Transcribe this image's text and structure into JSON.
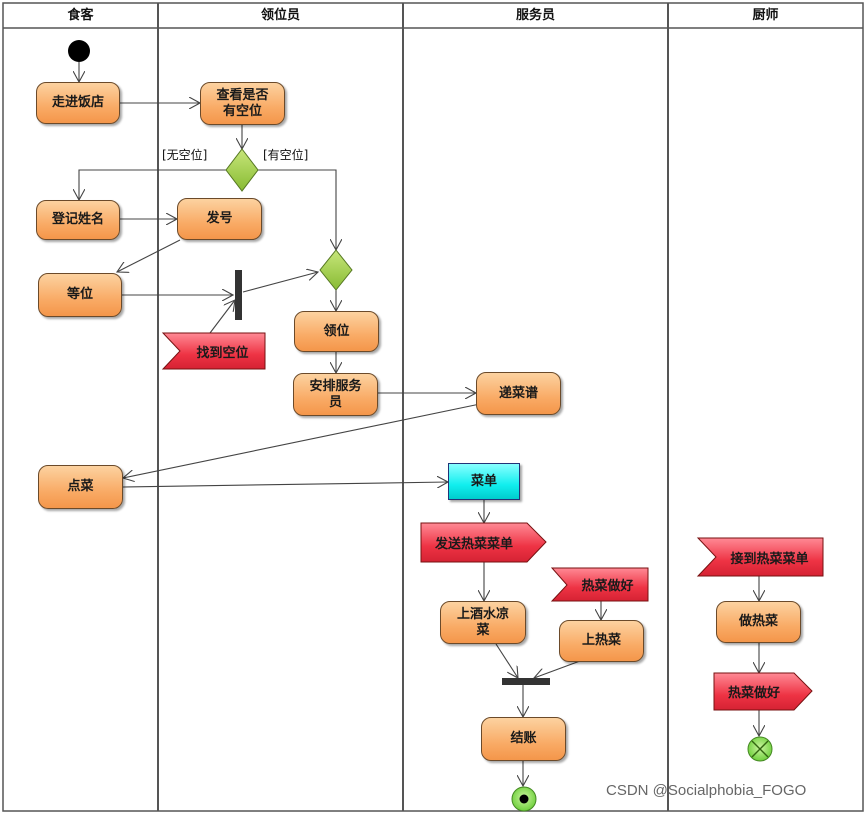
{
  "lanes": [
    {
      "title": "食客"
    },
    {
      "title": "领位员"
    },
    {
      "title": "服务员"
    },
    {
      "title": "厨师"
    }
  ],
  "actions": {
    "enter_restaurant": "走进饭店",
    "check_seat": [
      "查看是否",
      "有空位"
    ],
    "register_name": "登记姓名",
    "issue_number": "发号",
    "wait_seat": "等位",
    "lead_seat": "领位",
    "arrange_waiter": [
      "安排服务",
      "员"
    ],
    "hand_menu": "递菜谱",
    "order_food": "点菜",
    "serve_wine_cold": [
      "上酒水凉",
      "菜"
    ],
    "serve_hot": "上热菜",
    "checkout": "结账",
    "cook_hot": "做热菜"
  },
  "objects": {
    "menu": "菜单"
  },
  "signals": {
    "found_seat": "找到空位",
    "send_hot_order": "发送热菜菜单",
    "hot_ready_waiter": "热菜做好",
    "receive_hot_order": "接到热菜菜单",
    "hot_ready_chef": "热菜做好"
  },
  "guards": {
    "no_seat": "[无空位]",
    "has_seat": "[有空位]"
  },
  "colors": {
    "action": "#f9ab66",
    "object": "#11dddd",
    "signal": "#ee3344",
    "decision": "#9ccc44",
    "final_flow": "#66cc33"
  },
  "watermark": "CSDN @Socialphobia_FOGO"
}
